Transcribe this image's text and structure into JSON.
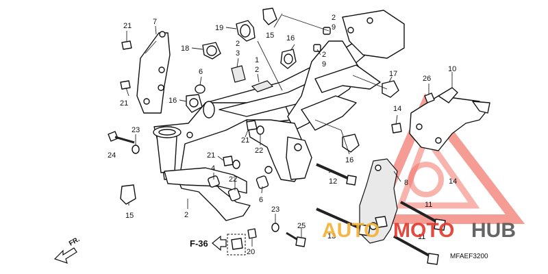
{
  "diagram": {
    "fig_ref": "F-36",
    "fr_label": "FR.",
    "drawing_code": "MFAEF3200"
  },
  "watermark": {
    "text_auto": "AUTO",
    "text_moto": "MOTO",
    "text_hub": "HUB",
    "colors": {
      "orange": "#f2b134",
      "red": "#e2372b",
      "gray": "#555555"
    }
  },
  "callouts": [
    {
      "id": "c21a",
      "text": "21"
    },
    {
      "id": "c7",
      "text": "7"
    },
    {
      "id": "c19",
      "text": "19"
    },
    {
      "id": "c18",
      "text": "18"
    },
    {
      "id": "c2a",
      "text": "2"
    },
    {
      "id": "c3",
      "text": "3"
    },
    {
      "id": "c1",
      "text": "1"
    },
    {
      "id": "c2b",
      "text": "2"
    },
    {
      "id": "c15a",
      "text": "15"
    },
    {
      "id": "c2c",
      "text": "2"
    },
    {
      "id": "c9a",
      "text": "9"
    },
    {
      "id": "c16a",
      "text": "16"
    },
    {
      "id": "c2d",
      "text": "2"
    },
    {
      "id": "c9b",
      "text": "9"
    },
    {
      "id": "c6a",
      "text": "6"
    },
    {
      "id": "c21b",
      "text": "21"
    },
    {
      "id": "c16b",
      "text": "16"
    },
    {
      "id": "c17",
      "text": "17"
    },
    {
      "id": "c10",
      "text": "10"
    },
    {
      "id": "c26",
      "text": "26"
    },
    {
      "id": "c14a",
      "text": "14"
    },
    {
      "id": "c23a",
      "text": "23"
    },
    {
      "id": "c24",
      "text": "24"
    },
    {
      "id": "c21c",
      "text": "21"
    },
    {
      "id": "c22a",
      "text": "22"
    },
    {
      "id": "c21d",
      "text": "21"
    },
    {
      "id": "c16c",
      "text": "16"
    },
    {
      "id": "c4",
      "text": "4"
    },
    {
      "id": "c22b",
      "text": "22"
    },
    {
      "id": "c12",
      "text": "12"
    },
    {
      "id": "c8",
      "text": "8"
    },
    {
      "id": "c14b",
      "text": "14"
    },
    {
      "id": "c6b",
      "text": "6"
    },
    {
      "id": "c15b",
      "text": "15"
    },
    {
      "id": "c2e",
      "text": "2"
    },
    {
      "id": "c11a",
      "text": "11"
    },
    {
      "id": "c23b",
      "text": "23"
    },
    {
      "id": "c25",
      "text": "25"
    },
    {
      "id": "c13",
      "text": "13"
    },
    {
      "id": "c11b",
      "text": "11"
    },
    {
      "id": "c20",
      "text": "20"
    }
  ]
}
